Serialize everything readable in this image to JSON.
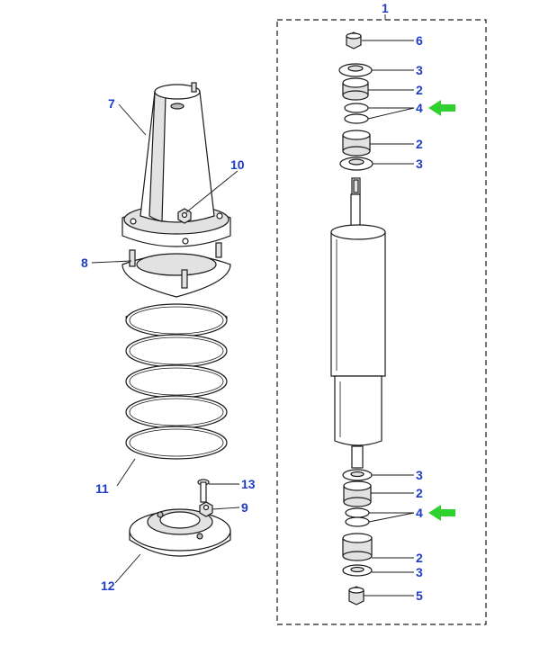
{
  "colors": {
    "label": "#1e3cc8",
    "arrow": "#2fd12f",
    "line": "#1a1a1a"
  },
  "labels": {
    "p1": "1",
    "p2a": "2",
    "p2b": "2",
    "p2c": "2",
    "p2d": "2",
    "p3a": "3",
    "p3b": "3",
    "p3c": "3",
    "p3d": "3",
    "p4a": "4",
    "p4b": "4",
    "p5": "5",
    "p6": "6",
    "p7": "7",
    "p8": "8",
    "p9": "9",
    "p10": "10",
    "p11": "11",
    "p12": "12",
    "p13": "13"
  },
  "highlight_arrows": [
    "arrow-green-icon",
    "arrow-green-icon"
  ]
}
